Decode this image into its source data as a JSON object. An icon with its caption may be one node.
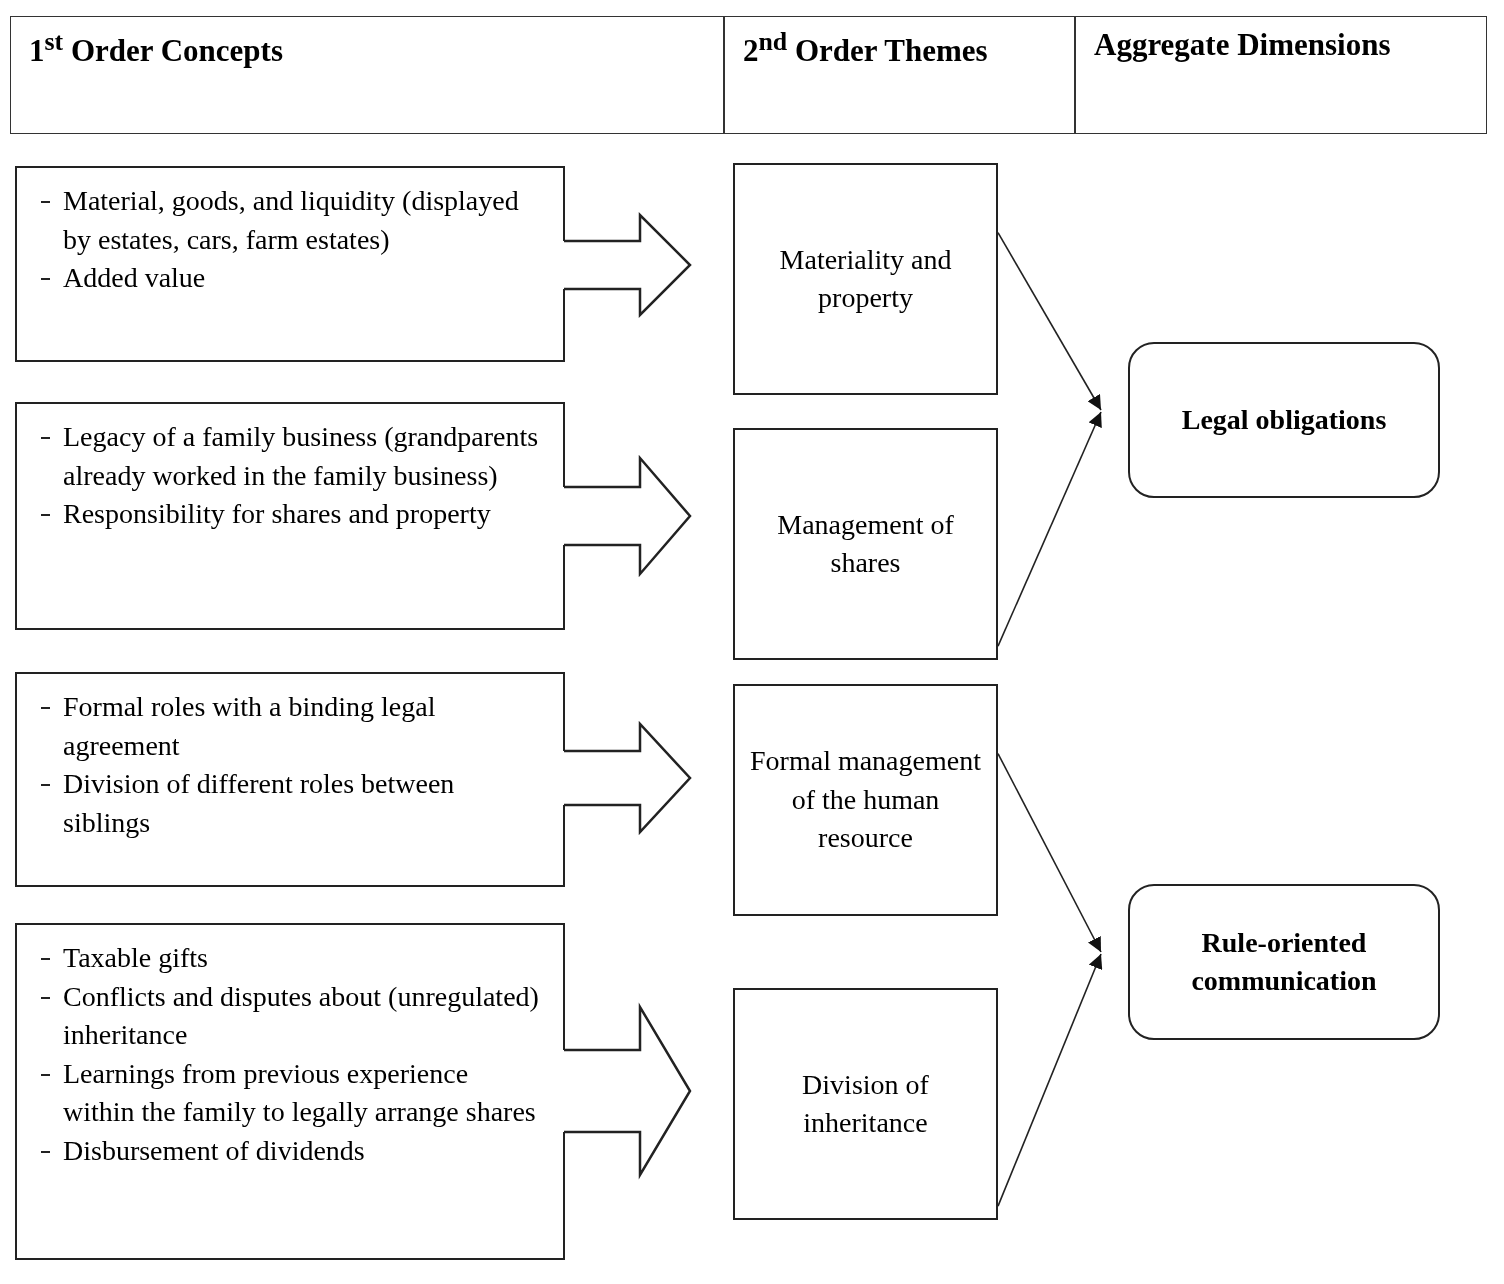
{
  "diagram": {
    "nodes": [
      {
        "text": [
          "Material, goods, and liquidity (displayed by estates, cars, farm estates)",
          "Added value"
        ]
      },
      {
        "text": [
          "Legacy of a family business (grandparents already worked in the family business)",
          "Responsibility for shares and property"
        ]
      },
      {
        "text": [
          "Formal roles with a binding legal agreement",
          "Division of different roles between siblings"
        ]
      },
      {
        "text": [
          "Taxable gifts",
          "Conflicts and disputes about (unregulated) inheritance",
          "Learnings from previous experience within the family to legally arrange shares",
          "Disbursement of dividends"
        ]
      },
      {
        "text": [
          "Materiality and property"
        ]
      },
      {
        "text": [
          "Management of shares"
        ]
      },
      {
        "text": [
          "Formal management of the human resource"
        ]
      },
      {
        "text": [
          "Division of inheritance"
        ]
      },
      {
        "text": [
          "Legal obligations"
        ]
      },
      {
        "text": [
          "Rule-oriented communication"
        ]
      }
    ],
    "edges": [
      {
        "from": 0,
        "to": 4,
        "arrow": "to",
        "style": "thick"
      },
      {
        "from": 1,
        "to": 5,
        "arrow": "to",
        "style": "thick"
      },
      {
        "from": 2,
        "to": 6,
        "arrow": "to",
        "style": "thick"
      },
      {
        "from": 3,
        "to": 7,
        "arrow": "to",
        "style": "thick"
      },
      {
        "from": 4,
        "to": 8,
        "arrow": "to"
      },
      {
        "from": 5,
        "to": 8,
        "arrow": "to"
      },
      {
        "from": 6,
        "to": 9,
        "arrow": "to"
      },
      {
        "from": 7,
        "to": 9,
        "arrow": "to"
      }
    ],
    "labels": [
      "1$^{st}$ Order Concepts",
      "2$^{nd}$ Order Themes",
      "Aggregate Dimensions"
    ]
  }
}
